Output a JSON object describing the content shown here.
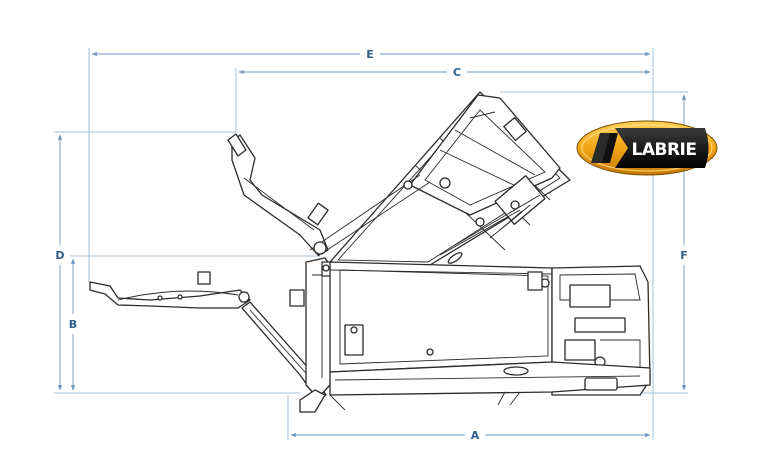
{
  "brand": {
    "logo_text": "LABRIE",
    "colors": {
      "gold": "#f2b01e",
      "black": "#111111",
      "dimension_blue": "#2f5f8a"
    }
  },
  "dimensions": {
    "a": "A",
    "b": "B",
    "c": "C",
    "d": "D",
    "e": "E",
    "f": "F"
  }
}
